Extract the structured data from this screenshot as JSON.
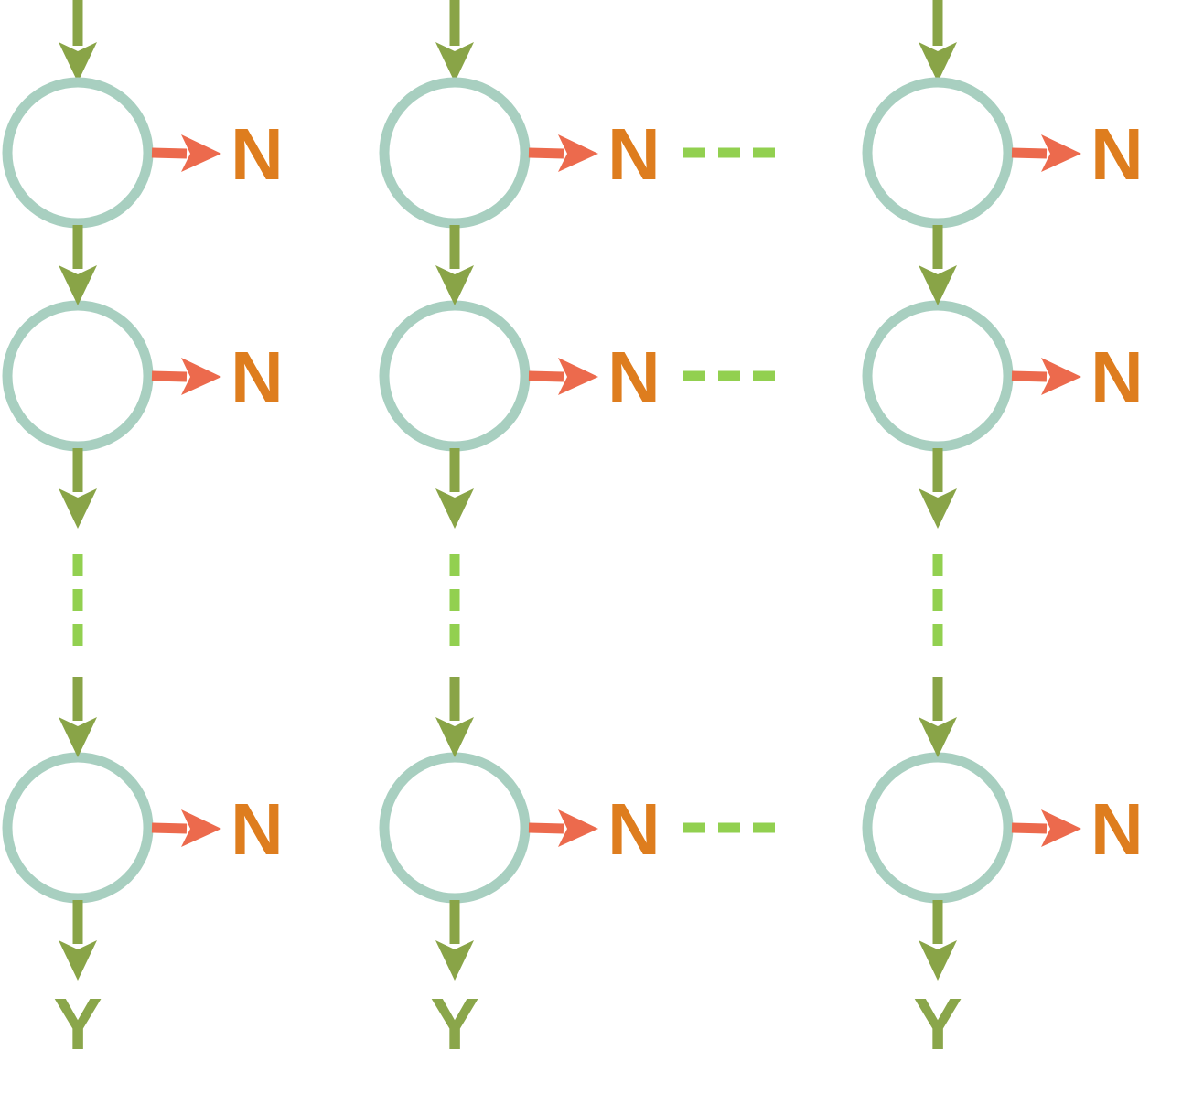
{
  "diagram": {
    "columns": [
      {
        "id": "col-1",
        "nodes": [
          {
            "id": "node-1-1",
            "side_label": "N"
          },
          {
            "id": "node-1-2",
            "side_label": "N"
          },
          {
            "id": "node-1-3",
            "side_label": "N"
          }
        ],
        "exit_label": "Y",
        "has_vertical_ellipsis": true
      },
      {
        "id": "col-2",
        "nodes": [
          {
            "id": "node-2-1",
            "side_label": "N"
          },
          {
            "id": "node-2-2",
            "side_label": "N"
          },
          {
            "id": "node-2-3",
            "side_label": "N"
          }
        ],
        "exit_label": "Y",
        "has_vertical_ellipsis": true,
        "has_horizontal_ellipsis": true
      },
      {
        "id": "col-3",
        "nodes": [
          {
            "id": "node-3-1",
            "side_label": "N"
          },
          {
            "id": "node-3-2",
            "side_label": "N"
          },
          {
            "id": "node-3-3",
            "side_label": "N"
          }
        ],
        "exit_label": "Y",
        "has_vertical_ellipsis": true
      }
    ],
    "colors": {
      "node_stroke": "#a8cfc0",
      "down_arrow": "#89a447",
      "side_arrow": "#ec6a4d",
      "n_label": "#de7d1e",
      "y_label": "#8aa64a",
      "ellipsis": "#92d050"
    }
  }
}
